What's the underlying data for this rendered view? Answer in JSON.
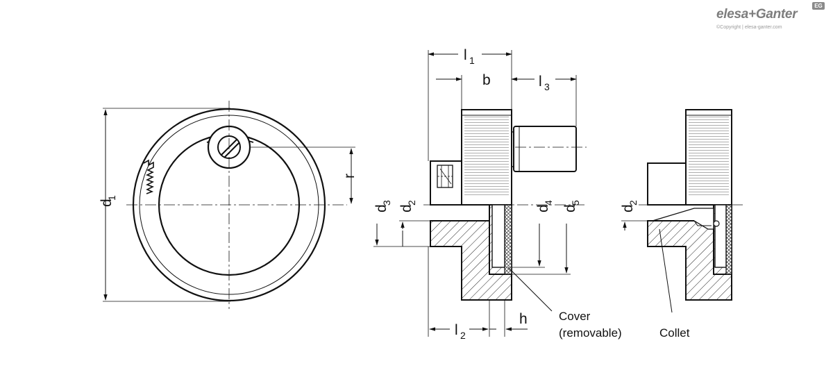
{
  "logo": {
    "brand": "elesa+Ganter",
    "badge": "EG",
    "copyright": "©Copyright | elesa-ganter.com"
  },
  "labels": {
    "d1": {
      "main": "d",
      "sub": "1"
    },
    "r": {
      "main": "r"
    },
    "l1": {
      "main": "l",
      "sub": "1"
    },
    "b": {
      "main": "b"
    },
    "l3": {
      "main": "l",
      "sub": "3"
    },
    "d3": {
      "main": "d",
      "sub": "3"
    },
    "d2": {
      "main": "d",
      "sub": "2"
    },
    "d4": {
      "main": "d",
      "sub": "4"
    },
    "d5": {
      "main": "d",
      "sub": "5"
    },
    "l2": {
      "main": "l",
      "sub": "2"
    },
    "h": {
      "main": "h"
    },
    "d2_right": {
      "main": "d",
      "sub": "2"
    }
  },
  "notes": {
    "cover_line1": "Cover",
    "cover_line2": "(removable)",
    "collet": "Collet"
  }
}
